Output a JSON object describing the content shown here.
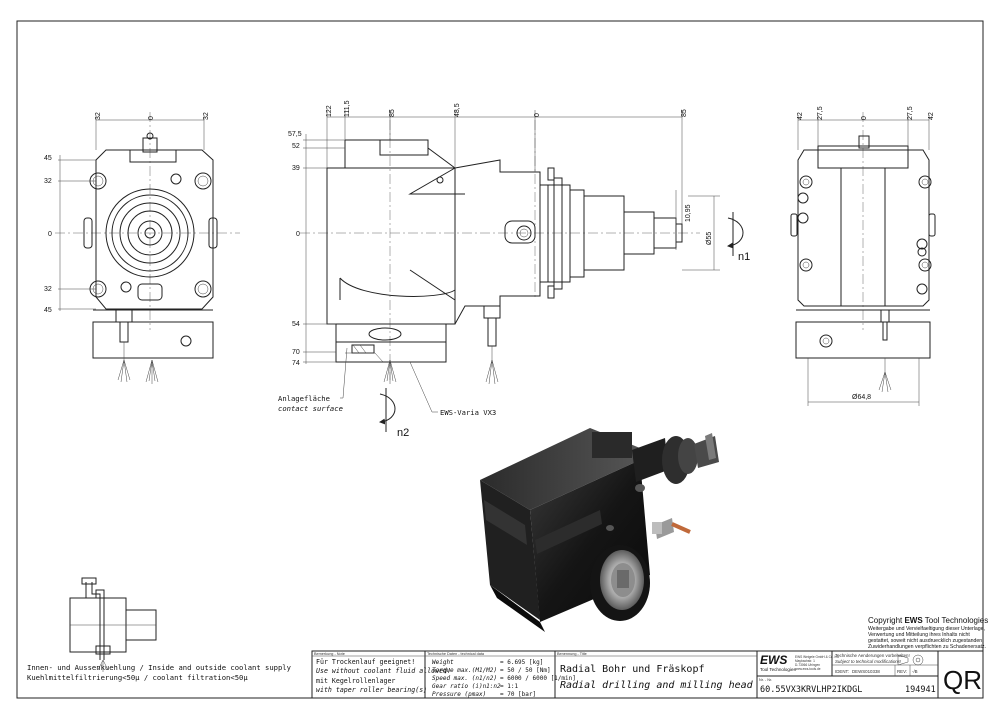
{
  "dims": {
    "front_top": [
      "32",
      "0",
      "32"
    ],
    "front_left": [
      "45",
      "32",
      "0",
      "32",
      "45"
    ],
    "side_top": [
      "122",
      "111,5",
      "85",
      "48,5",
      "0",
      "85"
    ],
    "side_left": [
      "57,5",
      "52",
      "39",
      "0",
      "54",
      "70",
      "74"
    ],
    "side_right": [
      "10,95",
      "Ø55"
    ],
    "back_top": [
      "42",
      "27,5",
      "0",
      "27,5",
      "42"
    ],
    "back_bottom": "Ø64,8"
  },
  "labels": {
    "n1": "n1",
    "n2": "n2",
    "contact_de": "Anlagefläche",
    "contact_en": "contact surface",
    "ews_varia": "EWS-Varia VX3"
  },
  "coolant_note": {
    "line1": "Innen- und Aussenkuehlung / Inside and outside coolant supply",
    "line2": "Kuehlmittelfiltrierung<50µ / coolant filtration<50µ"
  },
  "copyright": {
    "heading_pre": "Copyright ",
    "heading_bold": "EWS",
    "heading_post": " Tool Technologies",
    "lines": [
      "Weitergabe und Vervielfaeltigung dieser Unterlage,",
      "Verwertung und Mitteilung ihres Inhalts nicht",
      "gestattet, soweit nicht ausdruecklich zugestanden.",
      "Zuwiderhandlungen verpflichten zu Schadenersatz."
    ]
  },
  "title_block": {
    "col1_header": "Bemerkung - Note",
    "notes": [
      {
        "text": "Für Trockenlauf geeignet!",
        "italic": false
      },
      {
        "text": "Use without coolant fluid allowed!",
        "italic": true
      },
      {
        "text": "mit Kegelrollenlager",
        "italic": false
      },
      {
        "text": "with taper roller bearing(s)",
        "italic": true
      }
    ],
    "col2_header": "Technische Daten - technical data",
    "tech": [
      {
        "label": "Weight",
        "value": "= 6.695 [kg]"
      },
      {
        "label": "Torque max.(M1/M2)",
        "value": "= 50 / 50 [Nm]"
      },
      {
        "label": "Speed max. (n1/n2)",
        "value": "= 6000 / 6000 [1/min]"
      },
      {
        "label": "Gear ratio (i)n1:n2",
        "value": "= 1:1"
      },
      {
        "label": "Pressure (pmax)",
        "value": "= 70 [bar]"
      }
    ],
    "col3_header": "Benennung - Title",
    "title_de": "Radial Bohr und Fräskopf",
    "title_en": "Radial drilling and milling head",
    "company_logo": "EWS",
    "company_sub": "Tool Technologies",
    "company_lines": [
      "EWS Weigele GmbH & Co. KG",
      "Maybachstr. 1",
      "D-73066 Uhingen",
      "www.ews-tools.de"
    ],
    "change_note_de": "Technische Aenderungen vorbehalten!",
    "change_note_en": "Subject to technical modifications!",
    "ident_label": "IDENT:",
    "ident_value": "DEWS010338",
    "rev_label": "REV:",
    "rev_value": "-/B",
    "nr_label": "Nr. - Nr.",
    "article_no": "60.55VX3KRVLHP2IKDGL",
    "number": "194941",
    "qr": "QR"
  },
  "colors": {
    "ink": "#222222",
    "body_black": "#1a1a1a",
    "copper": "#c0693a"
  }
}
